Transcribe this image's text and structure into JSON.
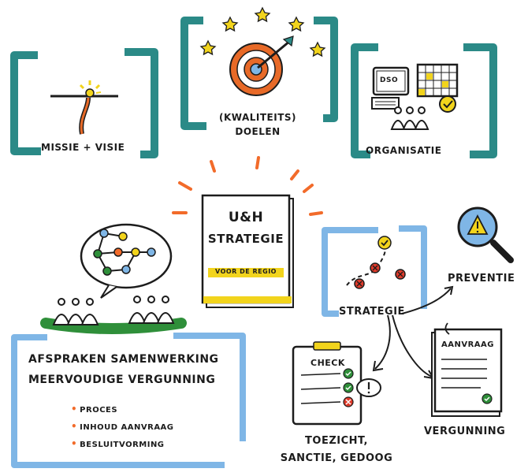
{
  "labels": {
    "missie": "MISSIE + VISIE",
    "doelen_line1": "(KWALITEITS)",
    "doelen_line2": "DOELEN",
    "organisatie": "ORGANISATIE",
    "strategie_book_line1": "U&H",
    "strategie_book_line2": "STRATEGIE",
    "strategie_book_line3": "VOOR DE REGIO",
    "strategie": "STRATEGIE",
    "preventie": "PREVENTIE",
    "check": "CHECK",
    "aanvraag": "AANVRAAG",
    "toezicht_line1": "TOEZICHT,",
    "toezicht_line2": "SANCTIE, GEDOOG",
    "vergunning": "VERGUNNING",
    "afspraken_line1": "AFSPRAKEN SAMENWERKING",
    "afspraken_line2": "MEERVOUDIGE VERGUNNING",
    "dso": "DSO"
  },
  "bullets": [
    "PROCES",
    "INHOUD AANVRAAG",
    "BESLUITVORMING"
  ],
  "colors": {
    "teal": "#2b8a87",
    "light_blue": "#7fb6e6",
    "orange": "#f26b2a",
    "red": "#e03a2a",
    "yellow": "#f2d41c",
    "green": "#2f8f3a",
    "ink": "#1c1c1c"
  }
}
